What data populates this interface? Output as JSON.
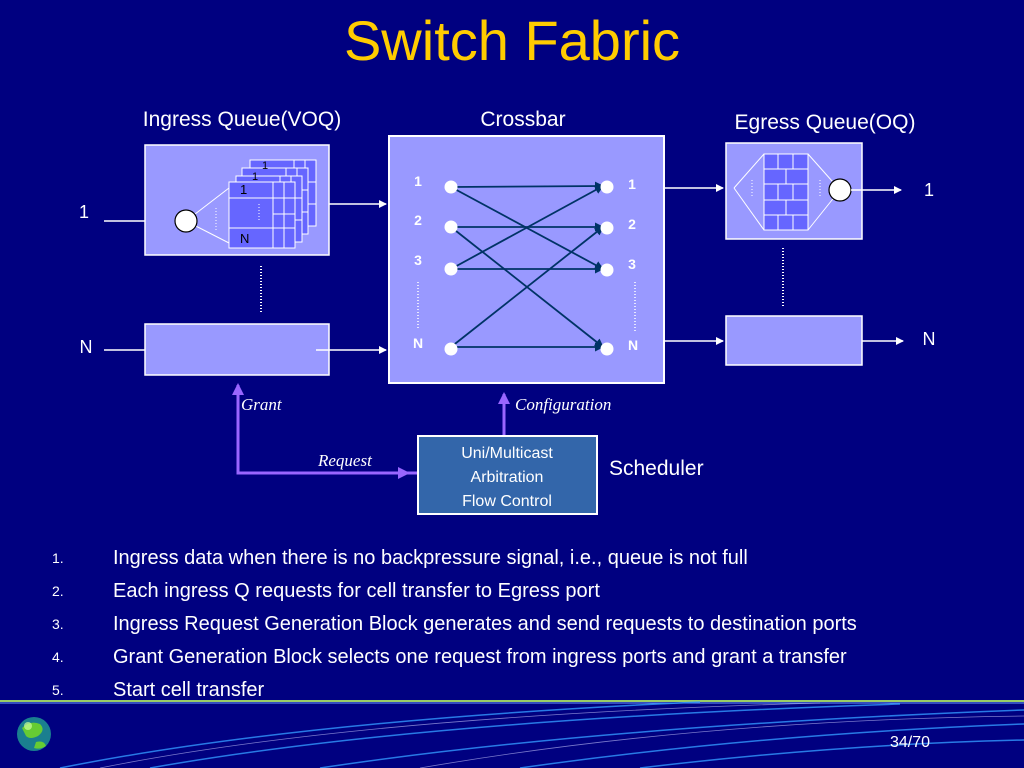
{
  "slide": {
    "title": "Switch Fabric",
    "page_number": "34/70"
  },
  "diagram": {
    "ingress_title": "Ingress Queue(VOQ)",
    "crossbar_title": "Crossbar",
    "egress_title": "Egress Queue(OQ)",
    "ingress_port_1": "1",
    "ingress_port_n": "N",
    "voq_labels": [
      "1",
      "1",
      "1",
      "N"
    ],
    "crossbar_inputs": [
      "1",
      "2",
      "3",
      "N"
    ],
    "crossbar_outputs": [
      "1",
      "2",
      "3",
      "N"
    ],
    "egress_port_1": "1",
    "egress_port_n": "N",
    "grant_label": "Grant",
    "configuration_label": "Configuration",
    "request_label": "Request",
    "scheduler_lines": [
      "Uni/Multicast",
      "Arbitration",
      "Flow Control"
    ],
    "scheduler_title": "Scheduler"
  },
  "steps": [
    {
      "num": "1.",
      "text": "Ingress data when there is no backpressure signal, i.e., queue is not full"
    },
    {
      "num": "2.",
      "text": "Each ingress Q requests for cell transfer to Egress port"
    },
    {
      "num": "3.",
      "text": "Ingress Request Generation Block generates and send requests to destination ports"
    },
    {
      "num": "4.",
      "text": "Grant Generation Block selects one request from ingress ports and grant a transfer"
    },
    {
      "num": "5.",
      "text": "Start cell transfer"
    }
  ],
  "colors": {
    "background": "#000080",
    "title": "#ffcc00",
    "box_fill": "#9999ff",
    "scheduler_fill": "#3366aa",
    "connector": "#9966ff",
    "crossbar_line": "#003366"
  }
}
